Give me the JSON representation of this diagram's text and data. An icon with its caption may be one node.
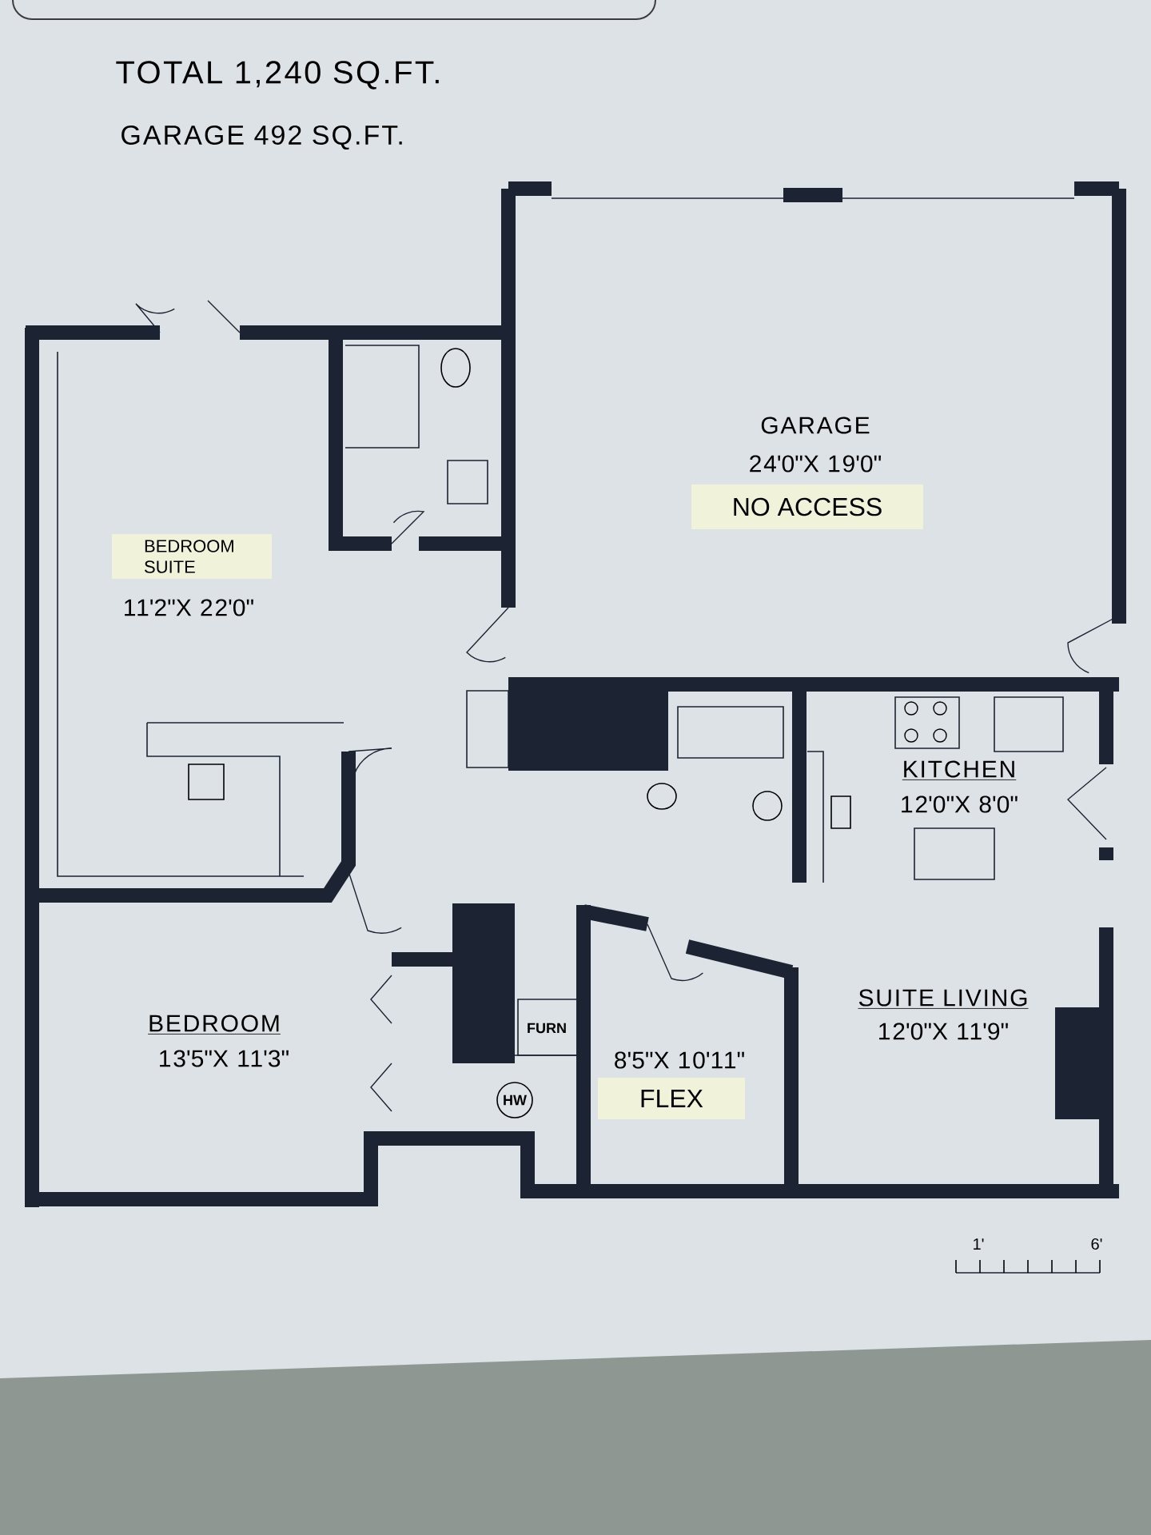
{
  "diagram": {
    "nodes": [
      {
        "text": [
          "NO ACCESS"
        ]
      },
      {
        "text": [
          "BEDROOM SUITE"
        ]
      },
      {
        "text": [
          "FURN"
        ]
      },
      {
        "text": [
          "HW"
        ]
      },
      {
        "text": [
          "FLEX"
        ]
      }
    ],
    "labels": [
      "TOTAL 1,240 SQ.FT.",
      "GARAGE 492 SQ.FT.",
      "GARAGE",
      "24'0\"X 19'0\"",
      "11'2\"X 22'0\"",
      "KITCHEN",
      "12'0\"X 8'0\"",
      "BEDROOM",
      "13'5\"X 11'3\"",
      "SUITE LIVING",
      "12'0\"X 11'9\"",
      "8'5\"X 10'11\"",
      "1'",
      "6'"
    ]
  }
}
